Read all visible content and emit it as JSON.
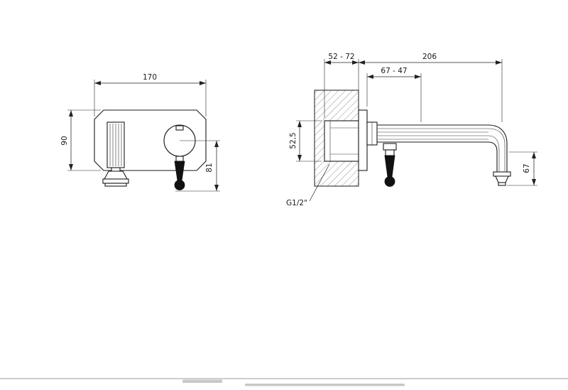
{
  "page": {
    "background": "#ffffff",
    "line_color": "#1a1a1a",
    "dim_color": "#222222"
  },
  "front_view": {
    "dim_width": "170",
    "dim_height": "90",
    "dim_handle_drop": "81"
  },
  "side_view": {
    "dim_wall_depth": "52 - 72",
    "dim_spout_reach": "206",
    "dim_trim_depth": "67 - 47",
    "dim_valve_offset": "52,5",
    "dim_outlet_drop": "67",
    "connection_label": "G1/2\""
  }
}
